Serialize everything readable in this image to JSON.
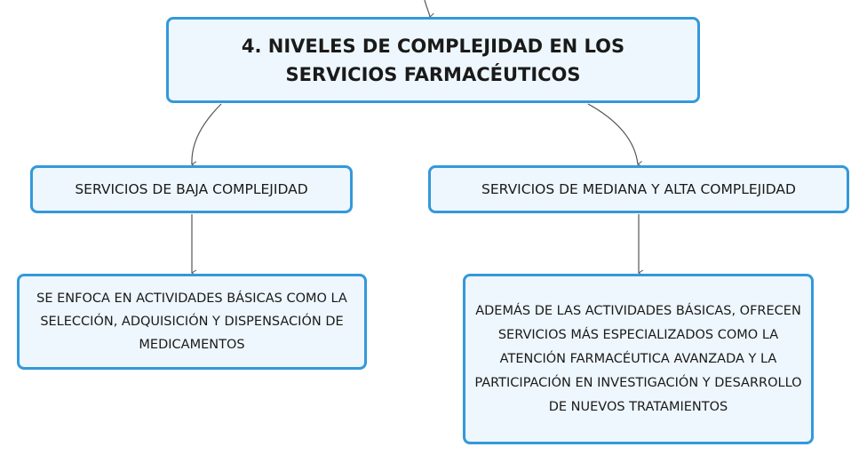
{
  "diagram": {
    "root": {
      "label": "4. NIVELES DE COMPLEJIDAD EN LOS SERVICIOS FARMACÉUTICOS"
    },
    "branches": [
      {
        "label": "SERVICIOS DE BAJA COMPLEJIDAD",
        "description": "SE ENFOCA EN ACTIVIDADES BÁSICAS COMO LA SELECCIÓN, ADQUISICIÓN Y DISPENSACIÓN DE MEDICAMENTOS"
      },
      {
        "label": "SERVICIOS DE MEDIANA Y ALTA COMPLEJIDAD",
        "description": "ADEMÁS DE LAS ACTIVIDADES BÁSICAS, OFRECEN SERVICIOS MÁS ESPECIALIZADOS COMO LA ATENCIÓN FARMACÉUTICA AVANZADA Y LA PARTICIPACIÓN EN INVESTIGACIÓN Y DESARROLLO DE NUEVOS TRATAMIENTOS"
      }
    ],
    "colors": {
      "node_border": "#3498db",
      "node_fill": "#eef7fd",
      "connector": "#555555",
      "text": "#1a1a1a"
    }
  }
}
